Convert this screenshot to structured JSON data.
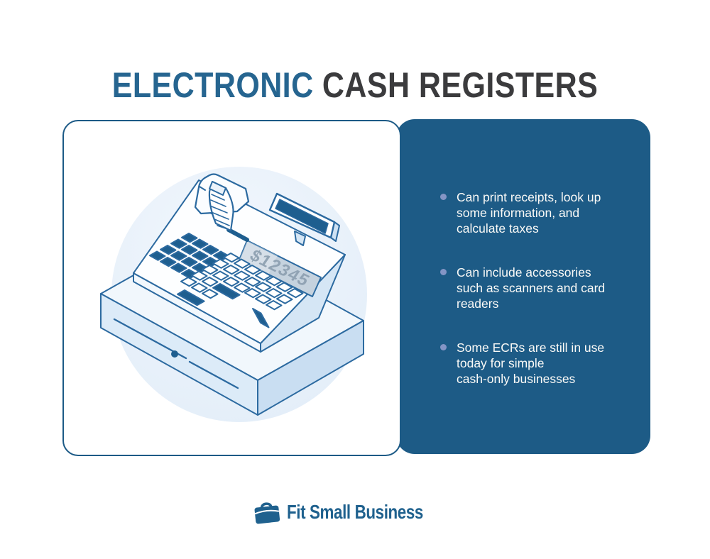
{
  "title": {
    "part1": "ELECTRONIC",
    "part2": "CASH REGISTERS"
  },
  "panel": {
    "items": [
      "Can print receipts, look up\nsome information, and\ncalculate taxes",
      "Can include accessories\nsuch as scanners and card\nreaders",
      "Some ECRs are still in use\ntoday for simple\ncash-only businesses"
    ]
  },
  "illustration": {
    "display_value": "$12345"
  },
  "logo": {
    "text": "Fit Small Business"
  },
  "colors": {
    "accent_blue": "#266590",
    "heading_dark": "#3b3b3d",
    "panel_blue": "#1d5b86",
    "bullet_dot": "#8495c5",
    "outline_blue": "#2c6aa0",
    "key_dark": "#1e5e8f",
    "logo_blue": "#1f618e"
  }
}
